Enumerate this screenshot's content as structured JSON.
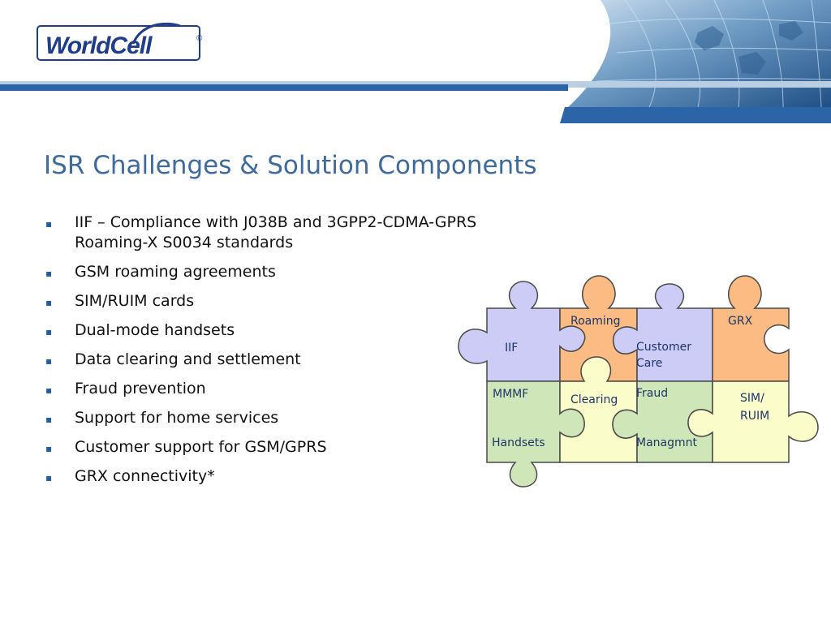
{
  "logo": {
    "text": "WorldCell",
    "registered": "®"
  },
  "slide": {
    "title": "ISR Challenges & Solution Components"
  },
  "bullets": [
    {
      "line1": "IIF – Compliance with J038B and 3GPP2-CDMA-GPRS",
      "line2": "Roaming-X S0034 standards"
    },
    {
      "line1": "GSM roaming agreements"
    },
    {
      "line1": "SIM/RUIM cards"
    },
    {
      "line1": "Dual-mode handsets"
    },
    {
      "line1": "Data clearing and settlement"
    },
    {
      "line1": "Fraud prevention"
    },
    {
      "line1": "Support for home services"
    },
    {
      "line1": "Customer support for GSM/GPRS"
    },
    {
      "line1": "GRX connectivity*"
    }
  ],
  "bullet_marker": "▪",
  "puzzle": {
    "roaming": "Roaming",
    "grx": "GRX",
    "iif": "IIF",
    "customer_care_1": "Customer",
    "customer_care_2": "Care",
    "mmmf": "MMMF",
    "clearing": "Clearing",
    "fraud": "Fraud",
    "sim_ruim_1": "SIM/",
    "sim_ruim_2": "RUIM",
    "handsets": "Handsets",
    "managmnt": "Managmnt"
  },
  "colors": {
    "title": "#3e6a9c",
    "header_blue": "#1f5fa8",
    "piece_purple": "#ccccf7",
    "piece_orange": "#fbbb82",
    "piece_green": "#cfe6b8",
    "piece_yellow": "#fafcca"
  }
}
